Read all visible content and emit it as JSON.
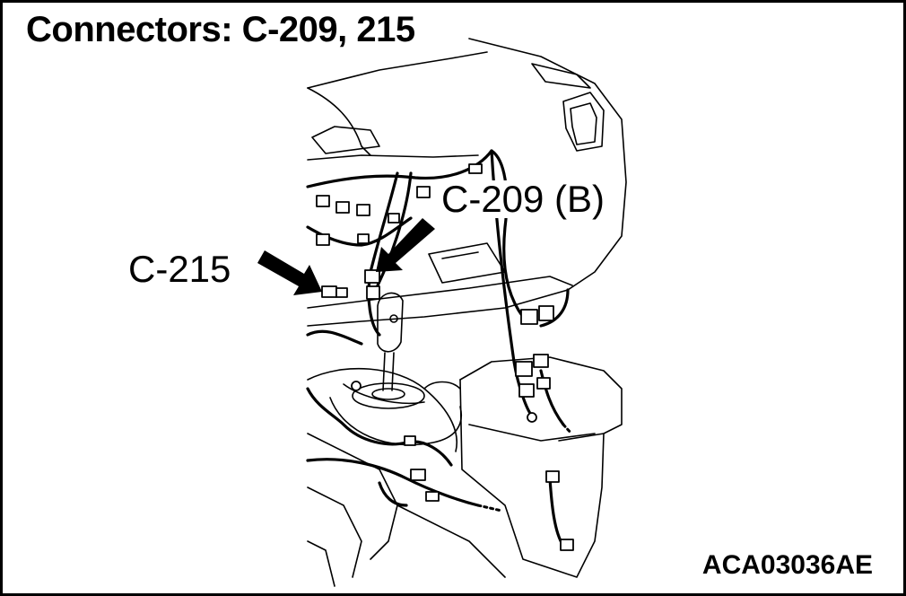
{
  "title": "Connectors: C-209, 215",
  "callouts": {
    "c209": "C-209 (B)",
    "c215": "C-215"
  },
  "figure_code": "ACA03036AE",
  "colors": {
    "line": "#000000",
    "background": "#ffffff"
  }
}
